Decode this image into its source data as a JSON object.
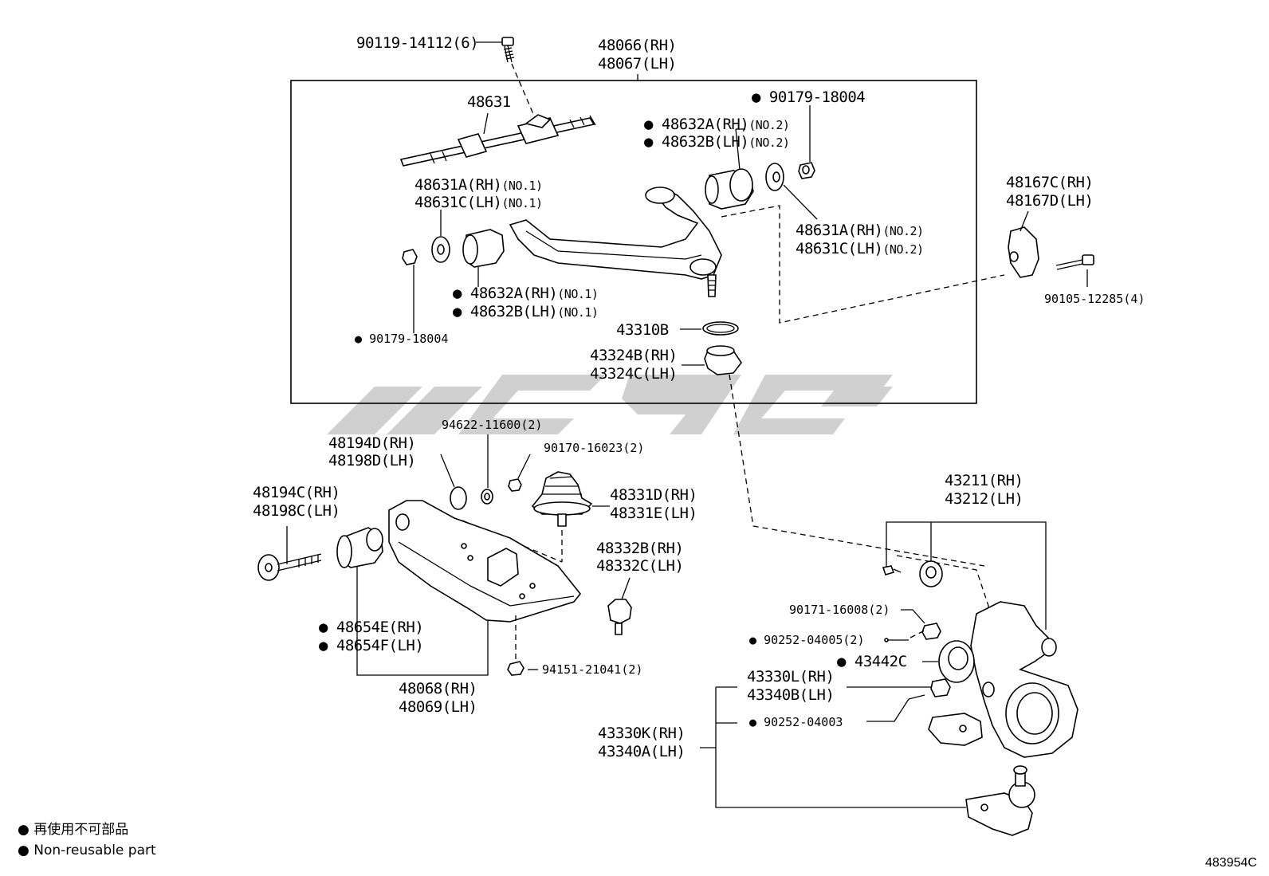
{
  "diagram": {
    "labels": {
      "bolt_upper": "90119-14112(6)",
      "arm_rh": "48066(RH)",
      "arm_lh": "48067(LH)",
      "shaft": "48631",
      "nut_top_right": "90179-18004",
      "bush_no2_a": "48632A(RH)",
      "bush_no2_a_note": "(NO.2)",
      "bush_no2_b": "48632B(LH)",
      "bush_no2_b_note": "(NO.2)",
      "washer_no1_a": "48631A(RH)",
      "washer_no1_a_note": "(NO.1)",
      "washer_no1_c": "48631C(LH)",
      "washer_no1_c_note": "(NO.1)",
      "washer_no2_a": "48631A(RH)",
      "washer_no2_a_note": "(NO.2)",
      "washer_no2_c": "48631C(LH)",
      "washer_no2_c_note": "(NO.2)",
      "bracket_rh": "48167C(RH)",
      "bracket_lh": "48167D(LH)",
      "bolt_bracket": "90105-12285(4)",
      "bush_no1_a": "48632A(RH)",
      "bush_no1_a_note": "(NO.1)",
      "bush_no1_b": "48632B(LH)",
      "bush_no1_b_note": "(NO.1)",
      "nut_left": "90179-18004",
      "snap_ring": "43310B",
      "boot_rh": "43324B(RH)",
      "boot_lh": "43324C(LH)",
      "washer_small": "94622-11600(2)",
      "nut_small": "90170-16023(2)",
      "stopper_d": "48194D(RH)",
      "stopper_d_lh": "48198D(LH)",
      "stopper_c": "48194C(RH)",
      "stopper_c_lh": "48198C(LH)",
      "bumper_rh": "48331D(RH)",
      "bumper_lh": "48331E(LH)",
      "bound_rh": "48332B(RH)",
      "bound_lh": "48332C(LH)",
      "knuckle_rh": "43211(RH)",
      "knuckle_lh": "43212(LH)",
      "bush_lower_e": "48654E(RH)",
      "bush_lower_f": "48654F(LH)",
      "nut_lower": "94151-21041(2)",
      "lower_arm_rh": "48068(RH)",
      "lower_arm_lh": "48069(LH)",
      "nut_knuckle": "90171-16008(2)",
      "pin_a": "90252-04005(2)",
      "dust_cover": "43442C",
      "ball_joint_l": "43330L(RH)",
      "ball_joint_b": "43340B(LH)",
      "pin_b": "90252-04003",
      "ball_joint_k": "43330K(RH)",
      "ball_joint_a": "43340A(LH)"
    },
    "watermark": "GL9L",
    "legend": {
      "jp": "再使用不可部品",
      "en": "Non-reusable part"
    },
    "figure_code": "483954C"
  }
}
